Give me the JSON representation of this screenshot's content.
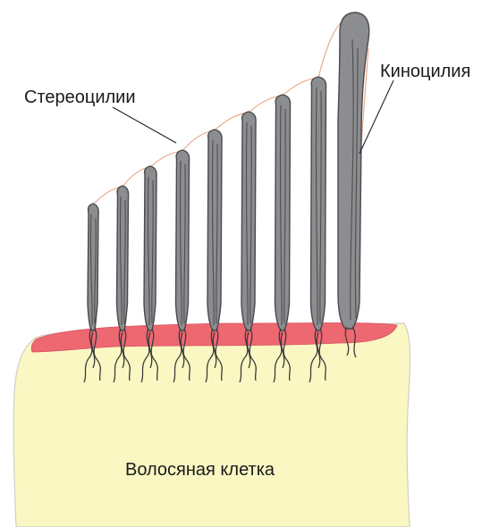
{
  "labels": {
    "stereocilia": "Стереоцилии",
    "kinocilium": "Киноцилия",
    "hair_cell": "Волосяная клетка"
  },
  "colors": {
    "cell_body": "#faf7c3",
    "cell_outline": "#cfcfc8",
    "cuticular_plate": "#ee6872",
    "cilia_fill": "#8c8d90",
    "cilia_outline": "#4a4a4c",
    "tip_links": "#e8a27f",
    "text": "#1a1a1a"
  }
}
